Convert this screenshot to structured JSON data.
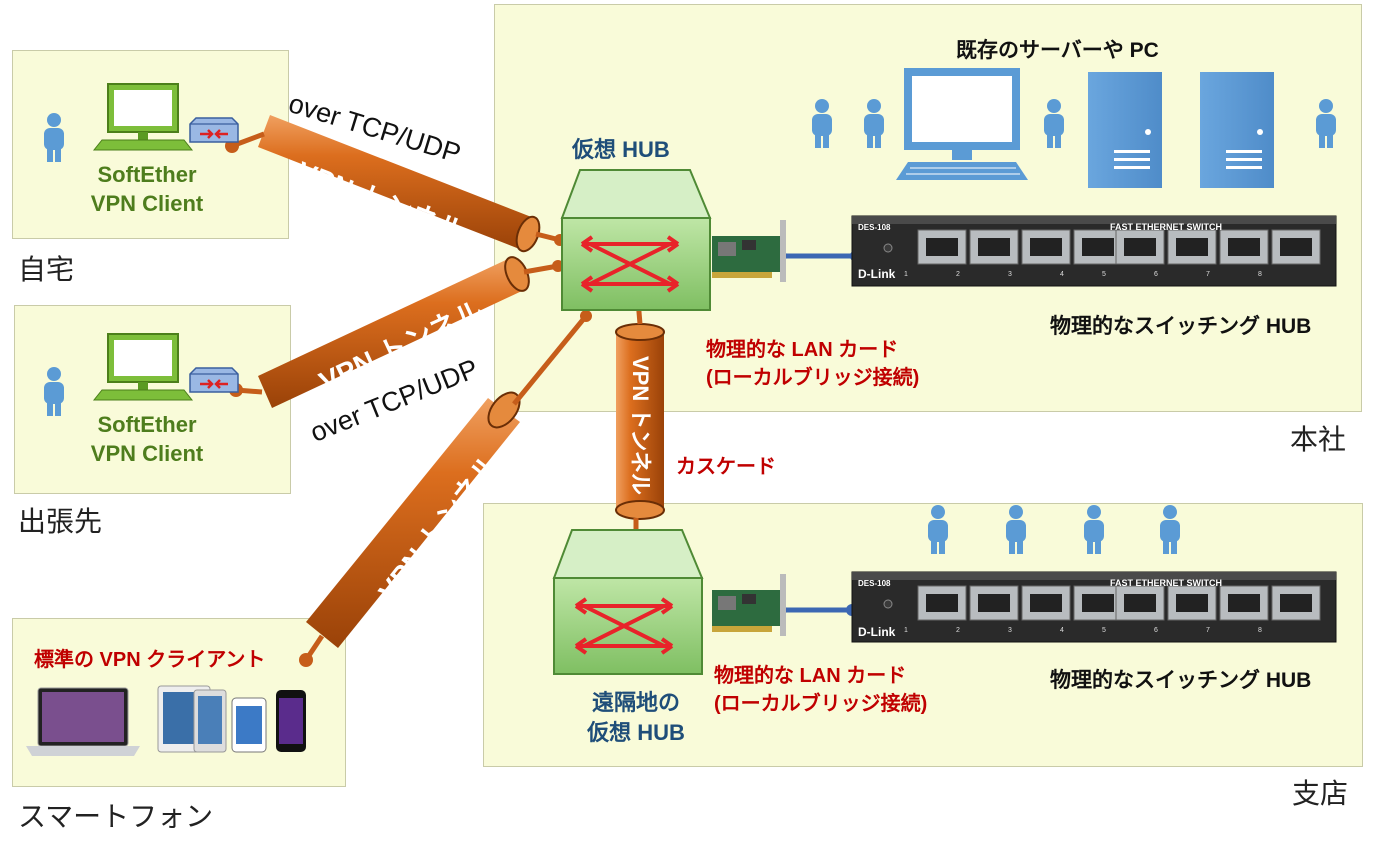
{
  "zones": {
    "home_label": "自宅",
    "trip_label": "出張先",
    "phone_label": "スマートフォン",
    "hq_label": "本社",
    "branch_label": "支店"
  },
  "clients": {
    "home_name_1": "SoftEther",
    "home_name_2": "VPN Client",
    "trip_name_1": "SoftEther",
    "trip_name_2": "VPN Client",
    "phone_title": "標準の VPN クライアント"
  },
  "hq": {
    "hub_title": "仮想 HUB",
    "servers_title": "既存のサーバーや PC",
    "switch_title": "物理的なスイッチング HUB",
    "lan_card_1": "物理的な LAN カード",
    "lan_card_2": "(ローカルブリッジ接続)"
  },
  "branch": {
    "hub_title_1": "遠隔地の",
    "hub_title_2": "仮想 HUB",
    "switch_title": "物理的なスイッチング HUB",
    "lan_card_1": "物理的な LAN カード",
    "lan_card_2": "(ローカルブリッジ接続)"
  },
  "tunnels": {
    "tunnel_label": "VPN トンネル",
    "protocol_label": "over TCP/UDP",
    "cascade_label": "カスケード"
  },
  "switch_brand": {
    "brand": "D-Link",
    "model": "DES-108",
    "series": "FAST ETHERNET SWITCH",
    "port_numbers": [
      "1",
      "2",
      "3",
      "4",
      "5",
      "6",
      "7",
      "8"
    ]
  },
  "colors": {
    "zone_fill": "#f9fbd9",
    "tunnel_orange": "#d86a1a",
    "hub_green": "#93d07a",
    "arrow_red": "#e8232a",
    "person_blue": "#5b9bd5",
    "label_red": "#c00000",
    "label_blue": "#1f4e79",
    "label_green": "#4e7d1d"
  }
}
